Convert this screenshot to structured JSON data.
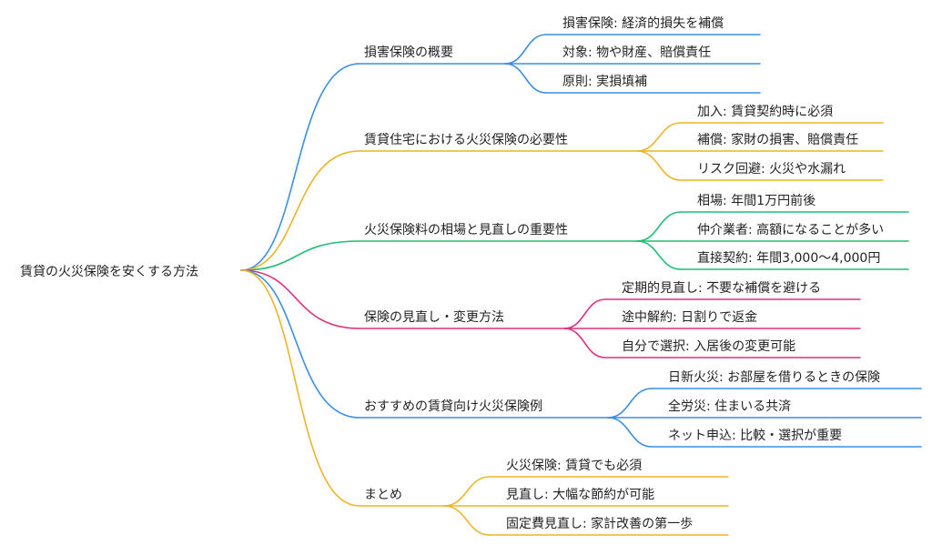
{
  "root": "賃貸の火災保険を安くする方法",
  "colors": [
    "#3a8ee6",
    "#f0b429",
    "#1fbf74",
    "#e0307e"
  ],
  "branches": [
    {
      "label": "損害保険の概要",
      "color": "#3a8ee6",
      "children": [
        "損害保険: 経済的損失を補償",
        "対象: 物や財産、賠償責任",
        "原則: 実損填補"
      ]
    },
    {
      "label": "賃貸住宅における火災保険の必要性",
      "color": "#f0b429",
      "children": [
        "加入: 賃貸契約時に必須",
        "補償: 家財の損害、賠償責任",
        "リスク回避: 火災や水漏れ"
      ]
    },
    {
      "label": "火災保険料の相場と見直しの重要性",
      "color": "#1fbf74",
      "children": [
        "相場: 年間1万円前後",
        "仲介業者: 高額になることが多い",
        "直接契約: 年間3,000〜4,000円"
      ]
    },
    {
      "label": "保険の見直し・変更方法",
      "color": "#e0307e",
      "children": [
        "定期的見直し: 不要な補償を避ける",
        "途中解約: 日割りで返金",
        "自分で選択: 入居後の変更可能"
      ]
    },
    {
      "label": "おすすめの賃貸向け火災保険例",
      "color": "#3a8ee6",
      "children": [
        "日新火災: お部屋を借りるときの保険",
        "全労災: 住まいる共済",
        "ネット申込: 比較・選択が重要"
      ]
    },
    {
      "label": "まとめ",
      "color": "#f0b429",
      "children": [
        "火災保険: 賃貸でも必須",
        "見直し: 大幅な節約が可能",
        "固定費見直し: 家計改善の第一歩"
      ]
    }
  ]
}
